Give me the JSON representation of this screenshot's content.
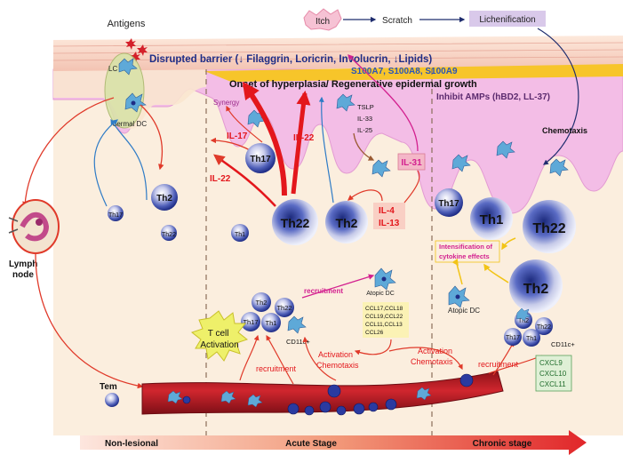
{
  "top": {
    "itch": "Itch",
    "scratch": "Scratch",
    "lichenification": "Lichenification",
    "antigens": "Antigens",
    "barrier": "Disrupted barrier (↓ Filaggrin,  Loricrin, Involucrin, ↓Lipids)",
    "s100": "S100A7, S100A8, S100A9",
    "hyperplasia": "Onset of hyperplasia/ Regenerative epidermal growth",
    "amps": "Inhibit AMPs (hBD2, LL-37)"
  },
  "left": {
    "lc": "LC",
    "dermal_dc": "dermal DC",
    "th2": "Th2",
    "th17": "Th17",
    "th22": "Th22",
    "lymph_node": "Lymph\nnode",
    "tem": "Tem"
  },
  "acute": {
    "synergy": "Synergy",
    "il17": "IL-17",
    "il22_a": "IL-22",
    "il22_b": "IL-22",
    "th17": "Th17",
    "th22": "Th22",
    "th2": "Th2",
    "th1": "Th1",
    "tslp": "TSLP",
    "il33": "IL-33",
    "il25": "IL-25",
    "il31": "IL-31",
    "il4": "IL-4",
    "il13": "IL-13",
    "recruitment_top": "recruitment",
    "atopic_dc": "Atopic DC",
    "chemokines": [
      "CCL17,CCL18",
      "CCL19,CCL22",
      "CCL11,CCL13",
      "CCL26"
    ],
    "cluster_th2": "Th2",
    "cluster_th22": "Th22",
    "cluster_th17": "Th17",
    "cluster_th1": "Th1",
    "cd11c": "CD11c+",
    "activation": "Activation",
    "chemotaxis": "Chemotaxis",
    "recruitment_bottom": "recruitment",
    "t_cell_activation": "T cell\nActivation"
  },
  "chronic": {
    "chemotaxis": "Chemotaxis",
    "th17": "Th17",
    "th1": "Th1",
    "th22": "Th22",
    "th2": "Th2",
    "intensification": "Intensification of\ncytokine effects",
    "atopic_dc": "Atopic DC",
    "activation": "Activation",
    "chemotaxis2": "Chemotaxis",
    "recruitment": "recruitment",
    "cluster_th2": "Th2",
    "cluster_th22": "Th22",
    "cluster_th17": "Th17",
    "cluster_th1": "Th1",
    "cd11c": "CD11c+",
    "cxcl": [
      "CXCL9",
      "CXCL10",
      "CXCL11"
    ]
  },
  "stages": {
    "non_lesional": "Non-lesional",
    "acute": "Acute Stage",
    "chronic": "Chronic stage"
  },
  "colors": {
    "skin": "#f7d6c3",
    "epidermis": "#f2b8e2",
    "dermis": "#fbeede",
    "vessel": "#c4202a",
    "cell_blue": "#2f3f9e",
    "arrow_red": "#e03a2a",
    "gold": "#f7c52a"
  }
}
